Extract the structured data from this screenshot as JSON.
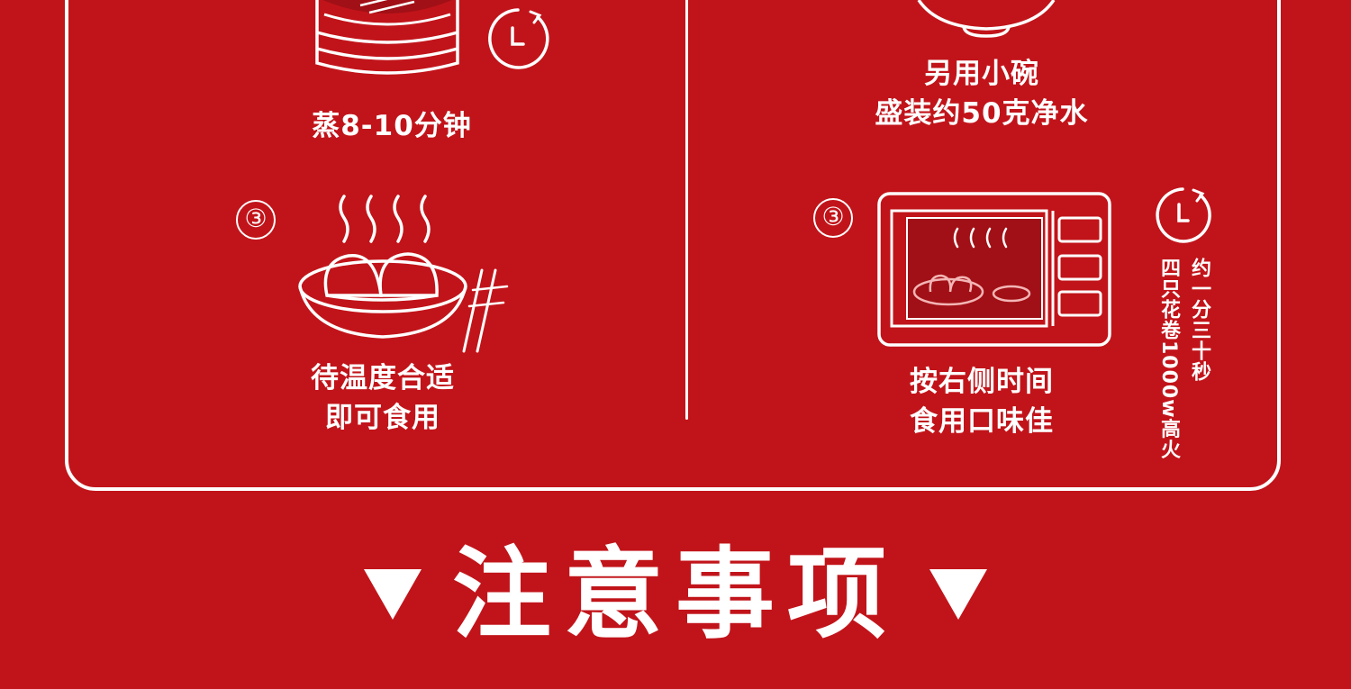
{
  "left": {
    "step2_caption": "蒸8-10分钟",
    "step3_number": "③",
    "step3_caption_line1": "待温度合适",
    "step3_caption_line2": "即可食用"
  },
  "right": {
    "step2_caption_line1": "另用小碗",
    "step2_caption_line2": "盛装约50克净水",
    "step3_number": "③",
    "step3_caption_line1": "按右侧时间",
    "step3_caption_line2": "食用口味佳",
    "time_note_col1": "约一分三十秒",
    "time_note_col2": "四只花卷1000w高火"
  },
  "notice": {
    "title": "注意事项"
  },
  "colors": {
    "background": "#c1141a",
    "foreground": "#ffffff"
  }
}
